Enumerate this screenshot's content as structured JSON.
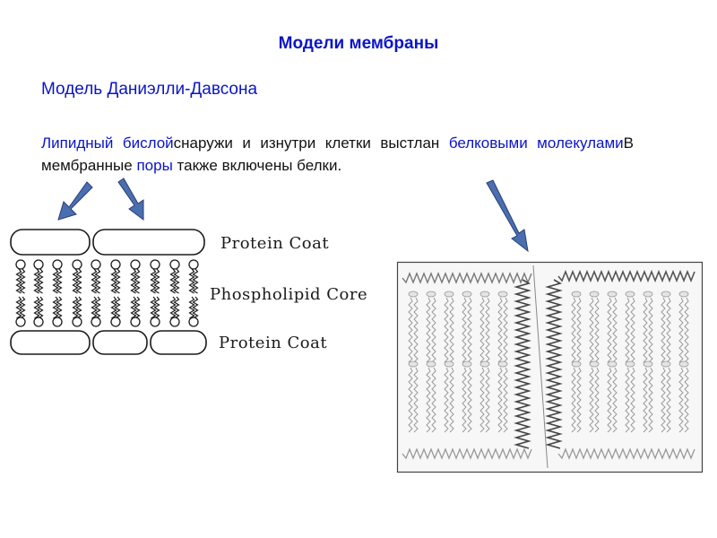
{
  "slide": {
    "title": "Модели мембраны",
    "subtitle": "Модель Даниэлли-Давсона"
  },
  "paragraph": {
    "part1_blue": "Липидный бислой",
    "part2": "снаружи и изнутри клетки выстлан ",
    "part3_blue": "белковыми молекулами",
    "part4": "В мембранные ",
    "part5_blue": "поры",
    "part6": " также включены белки."
  },
  "diagram": {
    "label_top": "Protein Coat",
    "label_middle": "Phospholipid Core",
    "label_bottom": "Protein Coat"
  },
  "colors": {
    "accent_text": "#0a14c8",
    "arrow_fill": "#4a6fb0",
    "arrow_stroke": "#2a3f73"
  }
}
